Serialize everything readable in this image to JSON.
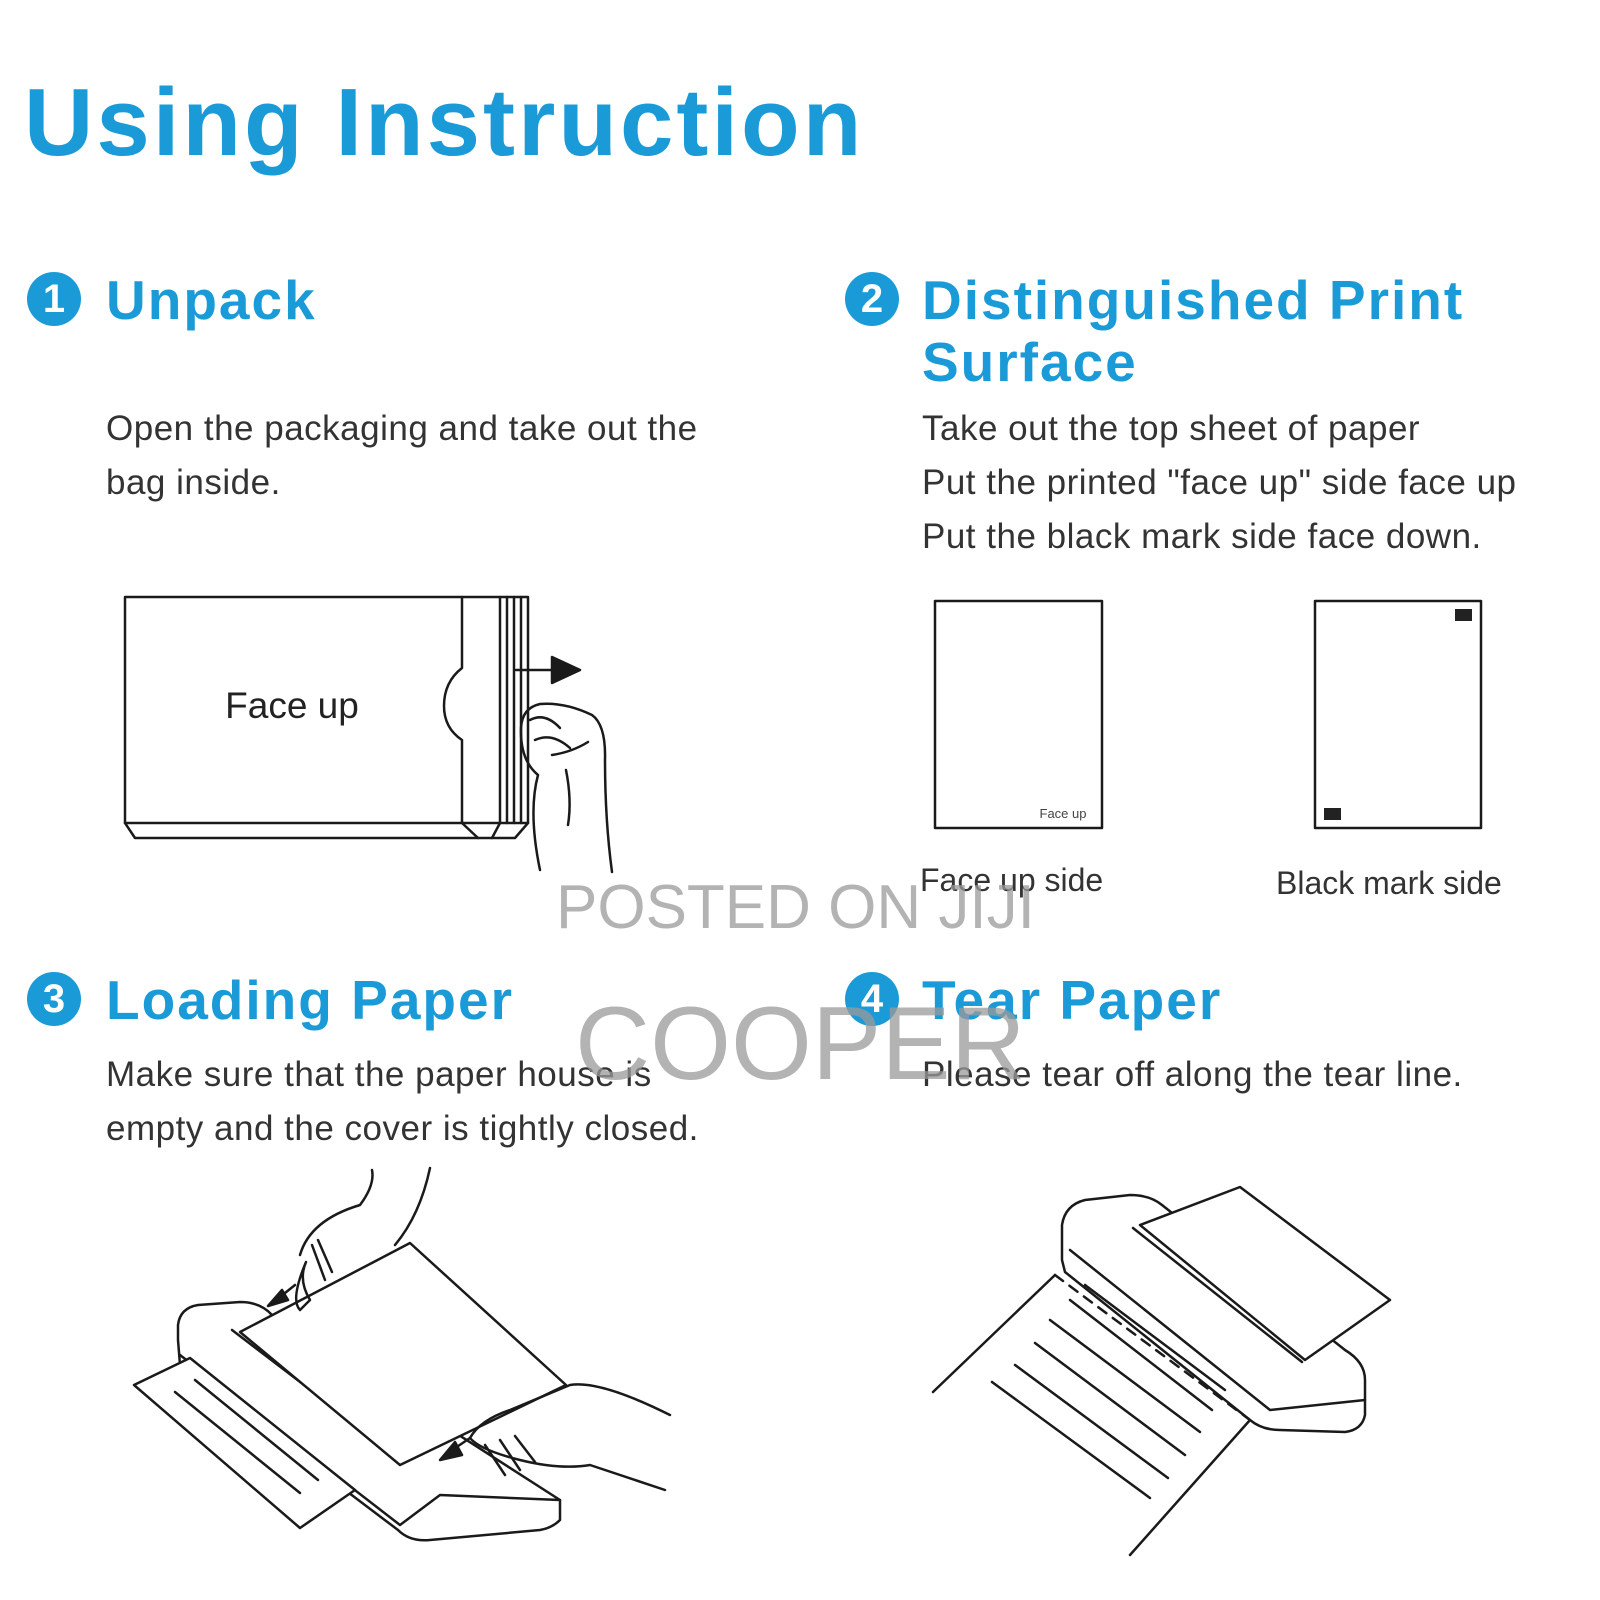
{
  "title": "Using Instruction",
  "steps": [
    {
      "number": "1",
      "title": "Unpack",
      "desc": [
        "Open the packaging and take out the",
        "bag inside."
      ],
      "illustration_label": "Face up"
    },
    {
      "number": "2",
      "title_lines": [
        "Distinguished Print",
        "Surface"
      ],
      "desc": [
        "Take out the top sheet of paper",
        "Put the printed \"face up\" side face up",
        "Put the black mark side face down."
      ],
      "sheet_label": "Face up",
      "captions": [
        "Face up side",
        "Black mark side"
      ]
    },
    {
      "number": "3",
      "title": "Loading Paper",
      "desc": [
        "Make sure that the paper house is",
        "empty and the cover is tightly closed."
      ]
    },
    {
      "number": "4",
      "title": "Tear Paper",
      "desc": [
        "Please tear off along the tear line."
      ]
    }
  ],
  "watermark": {
    "line1": "POSTED ON JIJI",
    "line2": "COOPER"
  },
  "colors": {
    "accent": "#1a9bd7",
    "text": "#333333",
    "line": "#1a1a1a",
    "watermark": "#9a9a9a"
  }
}
